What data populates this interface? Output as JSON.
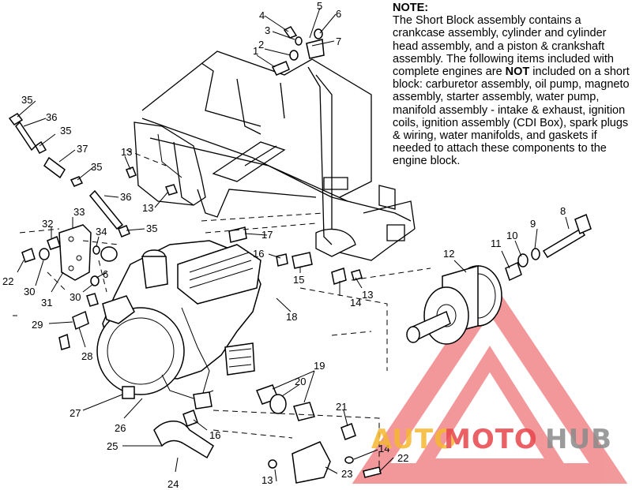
{
  "note": {
    "heading": "NOTE:",
    "text_before_bold": "The Short Block assembly contains a crankcase assembly, cylinder and cylinder head assembly, and a piston & crankshaft assembly. The following items included with complete engines are ",
    "bold_word": "NOT",
    "text_after_bold": " included on a short block: carburetor assembly, oil pump, magneto assembly, starter assembly, water pump, manifold assembly - intake & exhaust, ignition coils, ignition assembly (CDI Box), spark plugs & wiring, water manifolds, and gaskets if needed to attach these components to the engine block."
  },
  "callouts": {
    "c1": "1",
    "c2": "2",
    "c3": "3",
    "c4": "4",
    "c5": "5",
    "c6": "6",
    "c7": "7",
    "c8": "8",
    "c9": "9",
    "c10": "10",
    "c11": "11",
    "c12": "12",
    "c13a": "13",
    "c13b": "13",
    "c13c": "13",
    "c13d": "13",
    "c14a": "14",
    "c14b": "14",
    "c15": "15",
    "c16a": "16",
    "c16b": "16",
    "c17": "17",
    "c18": "18",
    "c19": "19",
    "c20": "20",
    "c21": "21",
    "c22a": "22",
    "c22b": "22",
    "c23": "23",
    "c24": "24",
    "c25": "25",
    "c26": "26",
    "c27": "27",
    "c28": "28",
    "c29": "29",
    "c30a": "30",
    "c30b": "30",
    "c31": "31",
    "c32": "32",
    "c33": "33",
    "c34": "34",
    "c35a": "35",
    "c35b": "35",
    "c35c": "35",
    "c35d": "35",
    "c36a": "36",
    "c36b": "36",
    "c37": "37",
    "c6b": "6"
  },
  "watermark": {
    "part1": "AUTO",
    "part2": "MOTO",
    "part3": "HUB",
    "color_orange": "#f5b82e",
    "color_red": "#e8454a",
    "color_gray": "#8a8a8a"
  }
}
